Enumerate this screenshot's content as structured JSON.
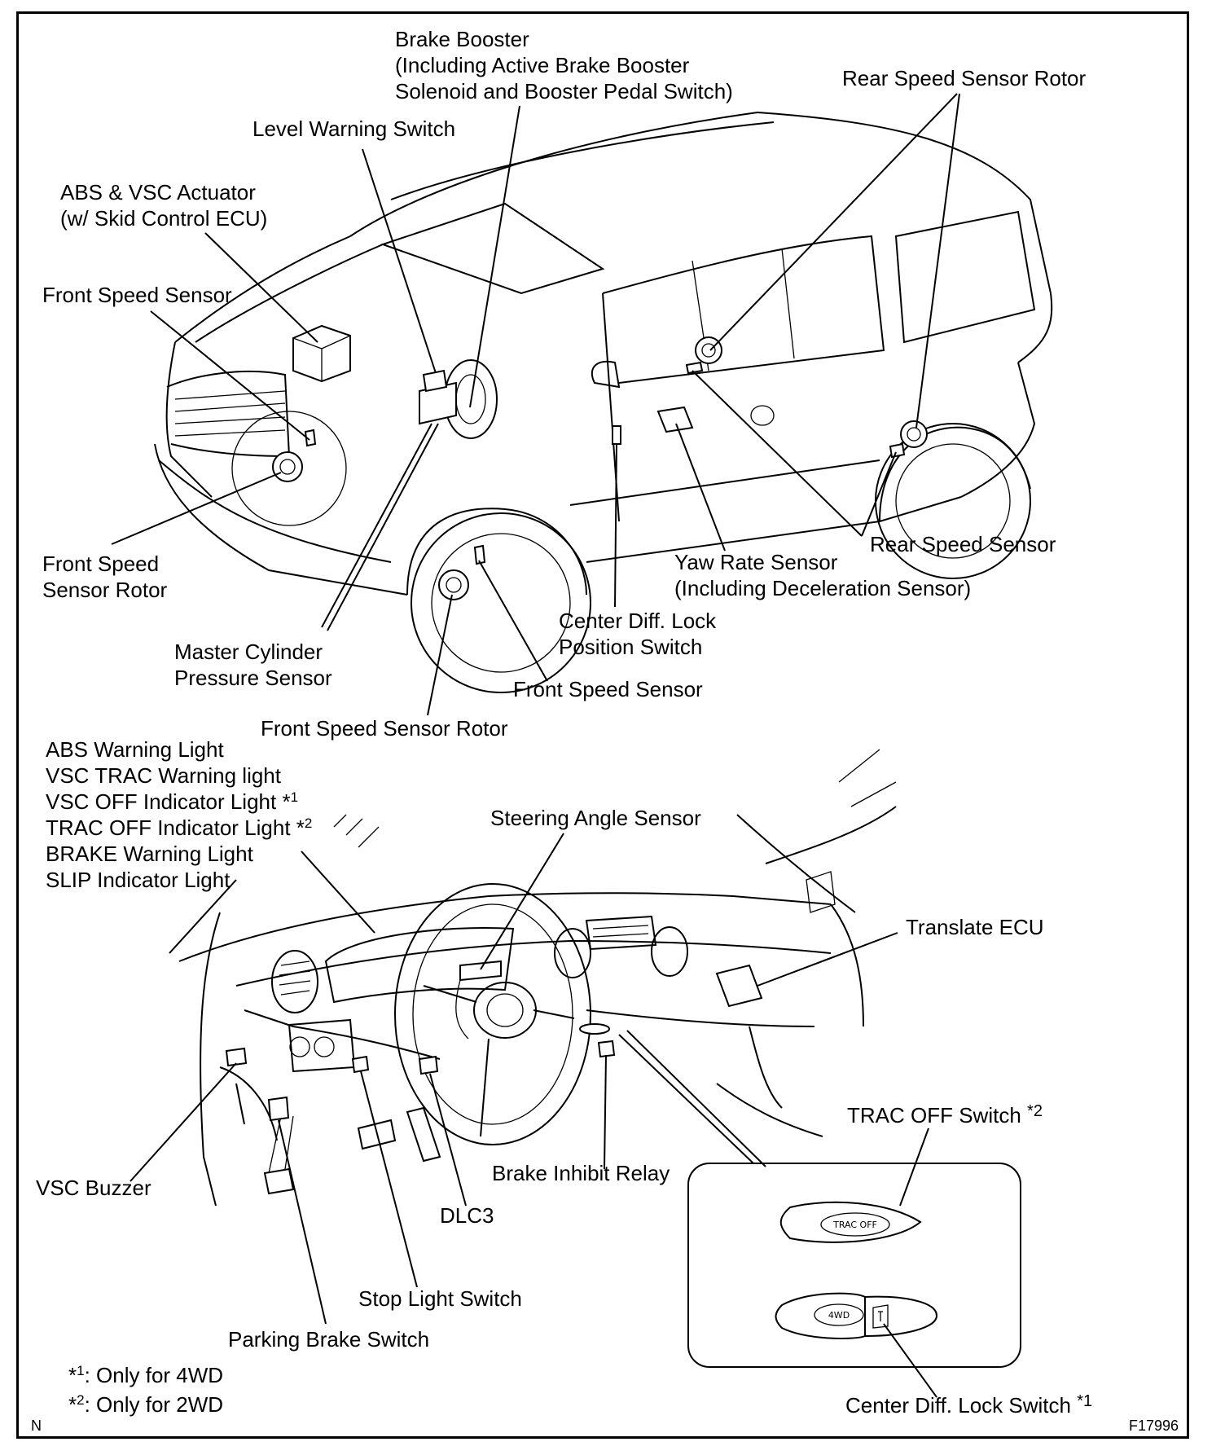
{
  "labels": {
    "brake_booster": "Brake Booster\n(Including Active Brake Booster\nSolenoid and Booster Pedal Switch)",
    "rear_speed_sensor_rotor": "Rear Speed Sensor Rotor",
    "level_warning_switch": "Level Warning Switch",
    "abs_vsc_actuator": "ABS & VSC Actuator\n(w/ Skid Control ECU)",
    "front_speed_sensor_left": "Front Speed Sensor",
    "front_speed_sensor_rotor_left": "Front Speed\nSensor Rotor",
    "master_cylinder_pressure_sensor": "Master Cylinder\nPressure Sensor",
    "front_speed_sensor_rotor_bottom": "Front Speed Sensor Rotor",
    "front_speed_sensor_right": "Front Speed Sensor",
    "center_diff_lock_position_switch": "Center Diff. Lock\nPosition Switch",
    "yaw_rate_sensor": "Yaw Rate Sensor\n(Including Deceleration Sensor)",
    "rear_speed_sensor": "Rear Speed Sensor",
    "steering_angle_sensor": "Steering Angle Sensor",
    "translate_ecu": "Translate ECU",
    "trac_off_switch": "TRAC OFF Switch",
    "brake_inhibit_relay": "Brake Inhibit Relay",
    "vsc_buzzer": "VSC Buzzer",
    "dlc3": "DLC3",
    "stop_light_switch": "Stop Light Switch",
    "parking_brake_switch": "Parking Brake Switch",
    "center_diff_lock_switch": "Center Diff. Lock Switch",
    "footnote_marker_1": "*1",
    "footnote_marker_2": "*2"
  },
  "warning_lights": [
    {
      "text": "ABS Warning Light",
      "note": ""
    },
    {
      "text": "VSC TRAC Warning light",
      "note": ""
    },
    {
      "text": "VSC OFF Indicator Light *",
      "note": "1"
    },
    {
      "text": "TRAC OFF Indicator Light *",
      "note": "2"
    },
    {
      "text": "BRAKE Warning Light",
      "note": ""
    },
    {
      "text": "SLIP Indicator Light",
      "note": ""
    }
  ],
  "footnotes": [
    {
      "mark": "*",
      "num": "1",
      "text": ": Only for 4WD"
    },
    {
      "mark": "*",
      "num": "2",
      "text": ": Only for 2WD"
    }
  ],
  "buttons": {
    "trac_off": "TRAC OFF",
    "four_wd": "4WD"
  },
  "corner": {
    "left": "N",
    "right": "F17996"
  }
}
